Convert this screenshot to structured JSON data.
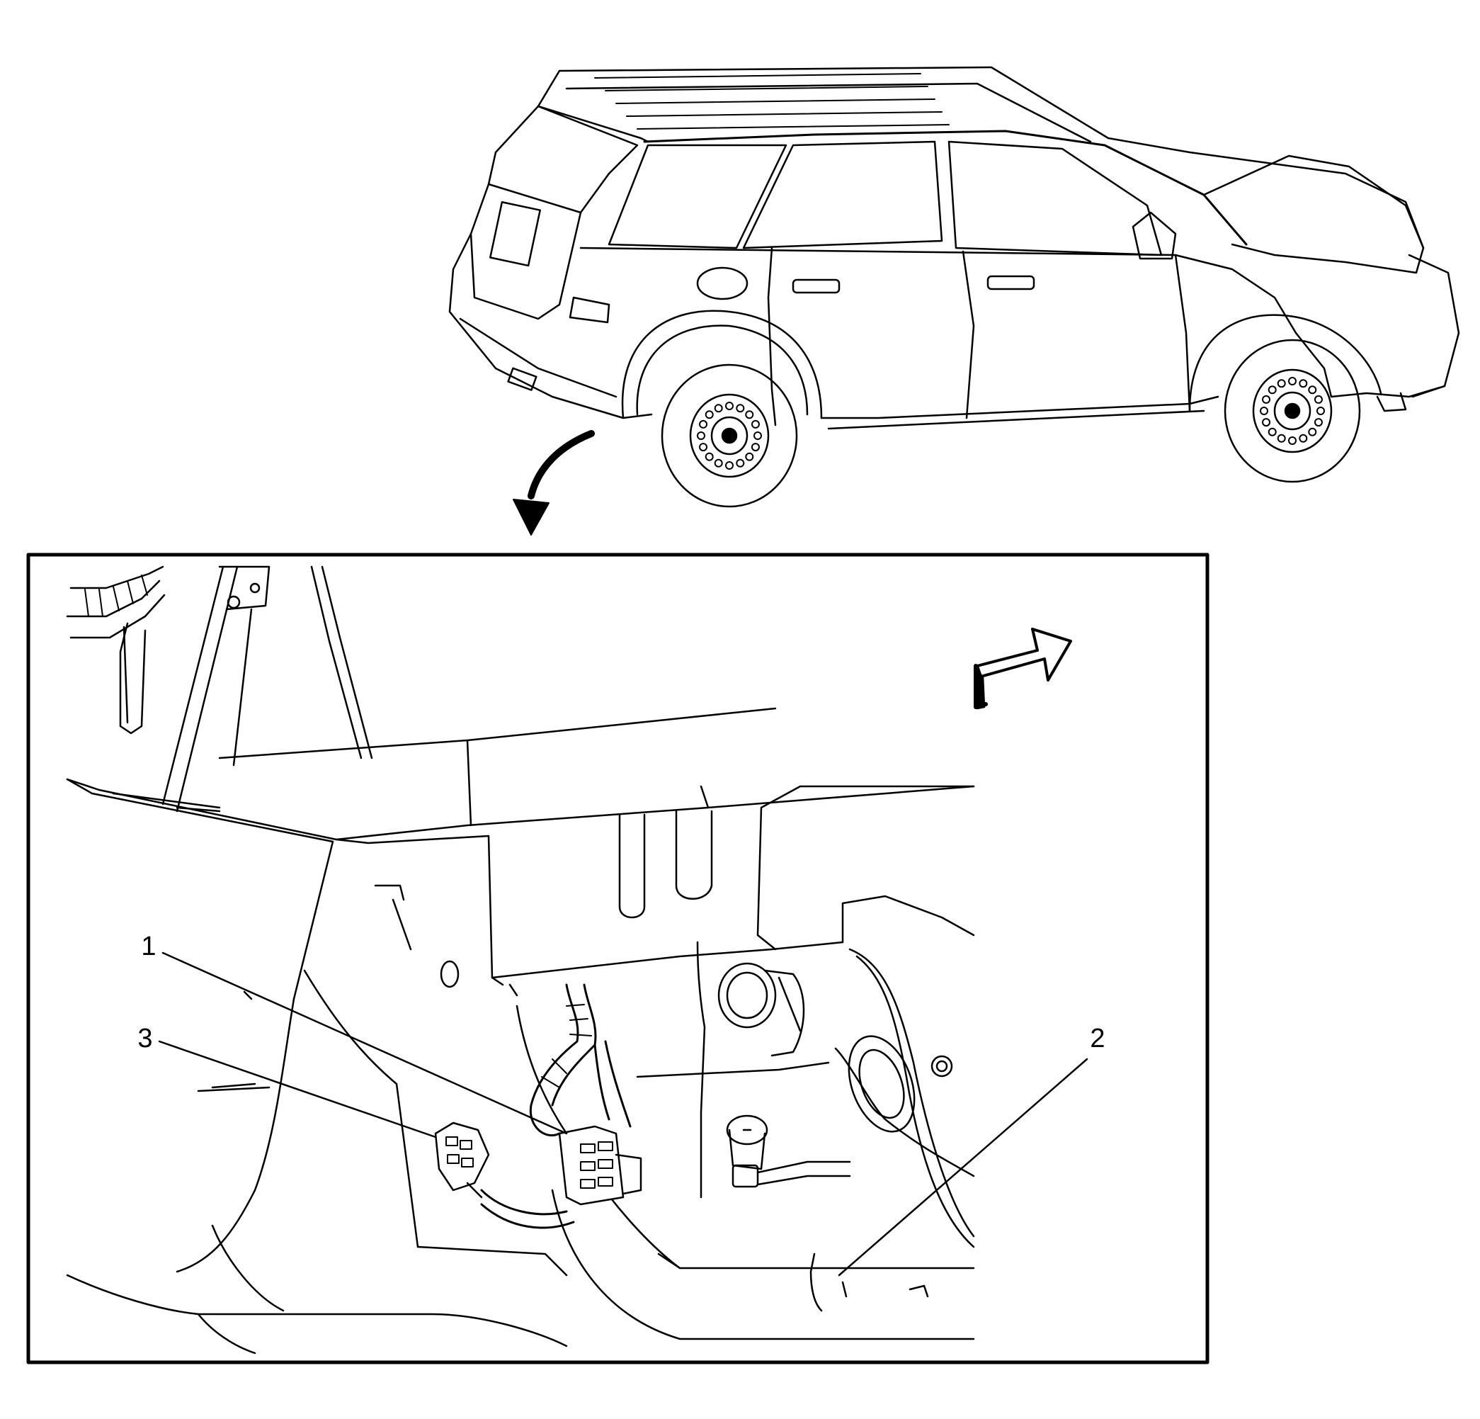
{
  "diagram": {
    "callouts": [
      {
        "id": "1",
        "label": "1"
      },
      {
        "id": "2",
        "label": "2"
      },
      {
        "id": "3",
        "label": "3"
      }
    ],
    "colors": {
      "line": "#000000",
      "background": "#ffffff"
    },
    "icons": {
      "direction_arrow": "forward-arrow-icon",
      "view_pointer": "detail-view-arrow-icon"
    }
  }
}
